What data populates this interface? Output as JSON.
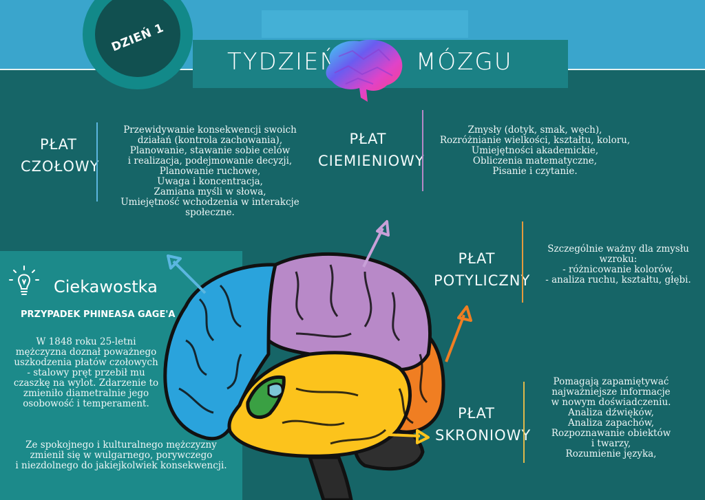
{
  "badge": {
    "label": "DZIEŃ 1"
  },
  "header": {
    "title_left": "TYDZIEŃ",
    "title_right": "MÓZGU"
  },
  "lobes": {
    "frontal": {
      "title_line1": "PŁAT",
      "title_line2": "CZOŁOWY",
      "lines": [
        "Przewidywanie konsekwencji swoich",
        "działań (kontrola zachowania),",
        "Planowanie, stawanie sobie celów",
        "i realizacja, podejmowanie decyzji,",
        "Planowanie ruchowe,",
        "Uwaga i koncentracja,",
        "Zamiana myśli w słowa,",
        "Umiejętność wchodzenia w interakcje",
        "społeczne."
      ]
    },
    "parietal": {
      "title_line1": "PŁAT",
      "title_line2": "CIEMIENIOWY",
      "lines": [
        "Zmysły (dotyk, smak, węch),",
        "Rozróżnianie wielkości, kształtu, koloru,",
        "Umiejętności akademickie,",
        "Obliczenia matematyczne,",
        "Pisanie i czytanie."
      ]
    },
    "occipital": {
      "title_line1": "PŁAT",
      "title_line2": "POTYLICZNY",
      "lines": [
        "Szczególnie ważny dla zmysłu",
        "wzroku:",
        "- różnicowanie kolorów,",
        "- analiza ruchu, kształtu, głębi."
      ]
    },
    "temporal": {
      "title_line1": "PŁAT",
      "title_line2": "SKRONIOWY",
      "lines": [
        "Pomagają zapamiętywać",
        "najważniejsze informacje",
        "w nowym doświadczeniu.",
        "Analiza dźwięków,",
        "Analiza zapachów,",
        "Rozpoznawanie obiektów",
        "i twarzy,",
        "Rozumienie języka,"
      ]
    }
  },
  "fact": {
    "icon": "lightbulb-icon",
    "title": "Ciekawostka",
    "case_title": "PRZYPADEK PHINEASA GAGE'A",
    "story1": [
      "W 1848 roku 25-letni",
      "mężczyzna doznał poważnego",
      "uszkodzenia płatów czołowych",
      "- stalowy pręt przebił mu",
      "czaszkę na wylot. Zdarzenie to",
      "zmieniło diametralnie jego",
      "osobowość i temperament."
    ],
    "story2": [
      "Ze spokojnego i kulturalnego mężczyzny",
      "zmienił się w wulgarnego, porywczego",
      "i niezdolnego do jakiejkolwiek konsekwencji."
    ]
  },
  "colors": {
    "frontal": "#2aa3dc",
    "parietal": "#b889c8",
    "occipital": "#f07e22",
    "temporal": "#fcc31c",
    "frontal_bar": "#5bb6e0",
    "parietal_bar": "#b889c8",
    "occipital_bar": "#e69a3c",
    "temporal_bar": "#e0b94a"
  }
}
